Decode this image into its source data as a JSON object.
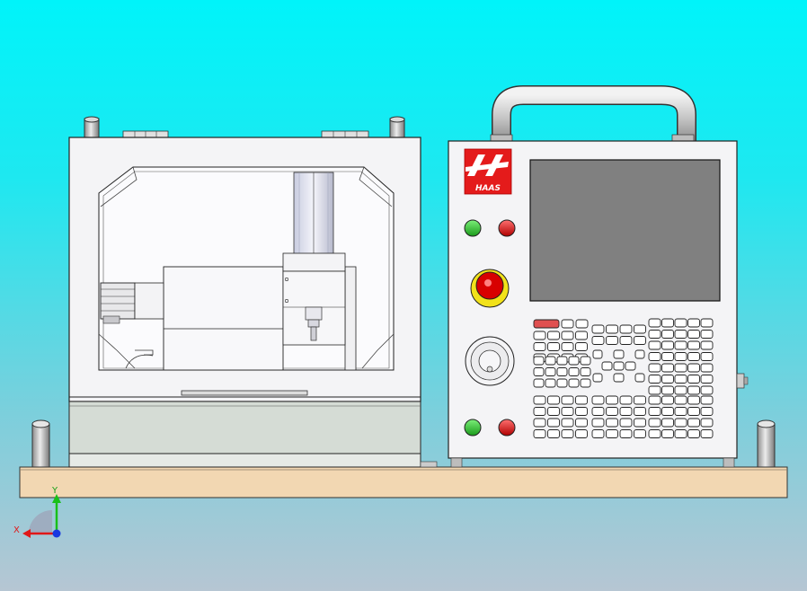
{
  "viewport": {
    "background_top": "#00f4fa",
    "background_bottom": "#b6c6d3"
  },
  "model": {
    "brand": "HAAS",
    "enclosure_color": "#f4f4f6",
    "base_plate_color": "#f2d7b2",
    "screen_color": "#808080",
    "start_button_color": "#2ecc40",
    "stop_button_color": "#e02020",
    "estop_color": "#e00000",
    "estop_ring_color": "#f2e21a"
  },
  "triad": {
    "x_label": "X",
    "y_label": "Y",
    "x_color": "#e01818",
    "y_color": "#18c018",
    "z_color": "#1838e0"
  }
}
